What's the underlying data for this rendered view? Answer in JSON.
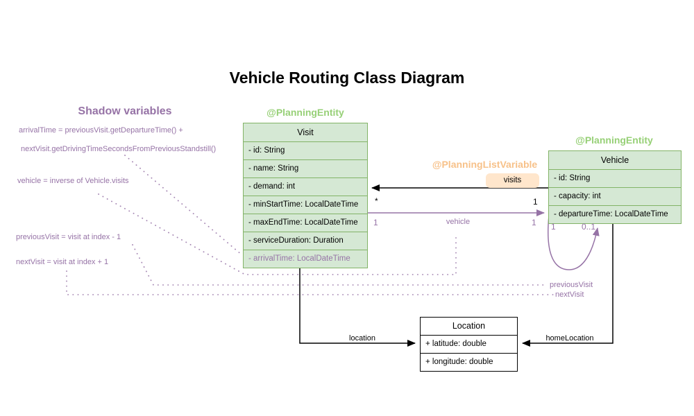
{
  "title": "Vehicle Routing Class Diagram",
  "colors": {
    "purple": "#9673a6",
    "green_border": "#82b366",
    "green_fill": "#d5e8d4",
    "green_annotation_text": "#97d077",
    "orange_annotation_text": "#f7c189",
    "orange_badge_fill": "#ffe6cc",
    "black": "#000000"
  },
  "shadow_panel": {
    "heading": "Shadow variables",
    "notes": [
      "arrivalTime = previousVisit.getDepartureTime() +",
      "nextVisit.getDrivingTimeSecondsFromPreviousStandstill()",
      "vehicle = inverse of Vehicle.visits",
      "previousVisit = visit at index - 1",
      "nextVisit = visit at index + 1"
    ]
  },
  "classes": {
    "visit": {
      "annotation": "@PlanningEntity",
      "name": "Visit",
      "fields": [
        "- id: String",
        "- name: String",
        "- demand: int",
        "- minStartTime: LocalDateTime",
        "- maxEndTime: LocalDateTime",
        "- serviceDuration: Duration"
      ],
      "shadow_field": "- arrivalTime: LocalDateTime"
    },
    "vehicle": {
      "annotation": "@PlanningEntity",
      "name": "Vehicle",
      "fields": [
        "- id: String",
        "- capacity: int",
        "- departureTime: LocalDateTime"
      ]
    },
    "location": {
      "name": "Location",
      "fields": [
        "+ latitude: double",
        "+ longitude: double"
      ]
    }
  },
  "relations": {
    "visits": {
      "annotation": "@PlanningListVariable",
      "badge": "visits",
      "mult_visit_end": "*",
      "mult_vehicle_end": "1"
    },
    "vehicle": {
      "label": "vehicle",
      "mult_visit_end": "1",
      "mult_vehicle_end": "1"
    },
    "self_loop": {
      "mult_start": "1",
      "mult_end": "0..1"
    },
    "previous_visit": {
      "label": "previousVisit"
    },
    "next_visit": {
      "label": "nextVisit"
    },
    "location": {
      "label": "location"
    },
    "home_location": {
      "label": "homeLocation"
    }
  }
}
